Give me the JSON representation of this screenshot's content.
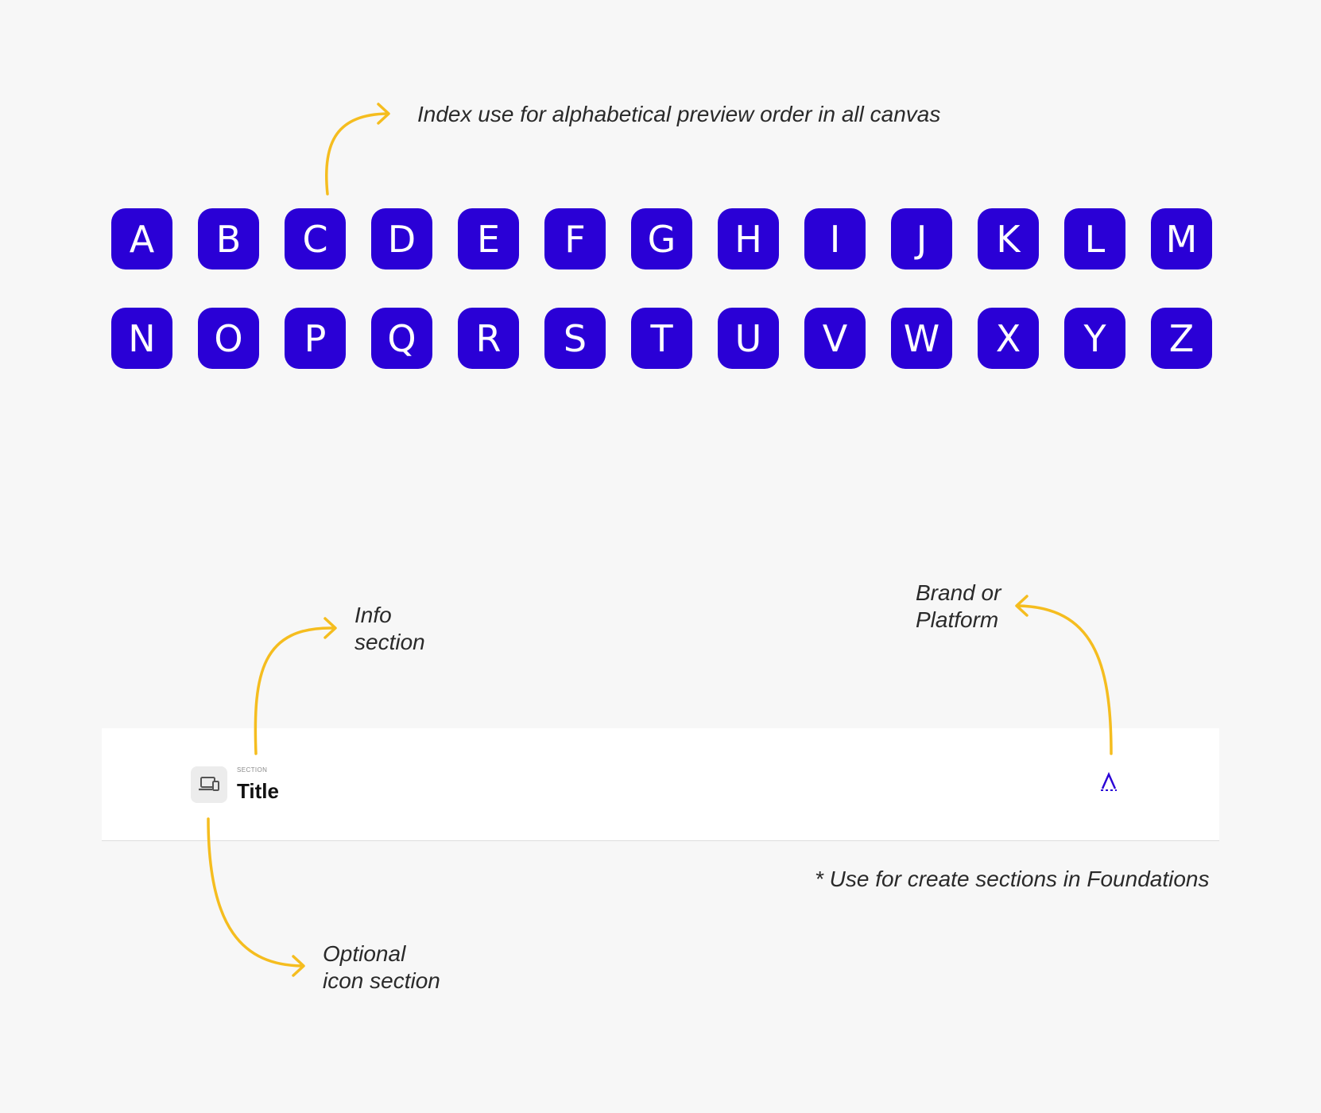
{
  "annotations": {
    "index": "Index use for alphabetical preview order in  all canvas",
    "info_section": [
      "Info",
      "section"
    ],
    "brand_platform": [
      "Brand or",
      "Platform"
    ],
    "optional_icon": [
      "Optional",
      "icon section"
    ],
    "usage": "* Use for create sections in Foundations"
  },
  "index_tiles": {
    "row1": [
      "A",
      "B",
      "C",
      "D",
      "E",
      "F",
      "G",
      "H",
      "I",
      "J",
      "K",
      "L",
      "M"
    ],
    "row2": [
      "N",
      "O",
      "P",
      "Q",
      "R",
      "S",
      "T",
      "U",
      "V",
      "W",
      "X",
      "Y",
      "Z"
    ]
  },
  "section_header": {
    "kicker": "SECTION",
    "title": "Title",
    "icon": "devices-icon",
    "brand_icon": "brand-logo-icon"
  },
  "colors": {
    "tile": "#2a00d6",
    "arrow": "#f5bd1f",
    "background": "#f7f7f7"
  }
}
